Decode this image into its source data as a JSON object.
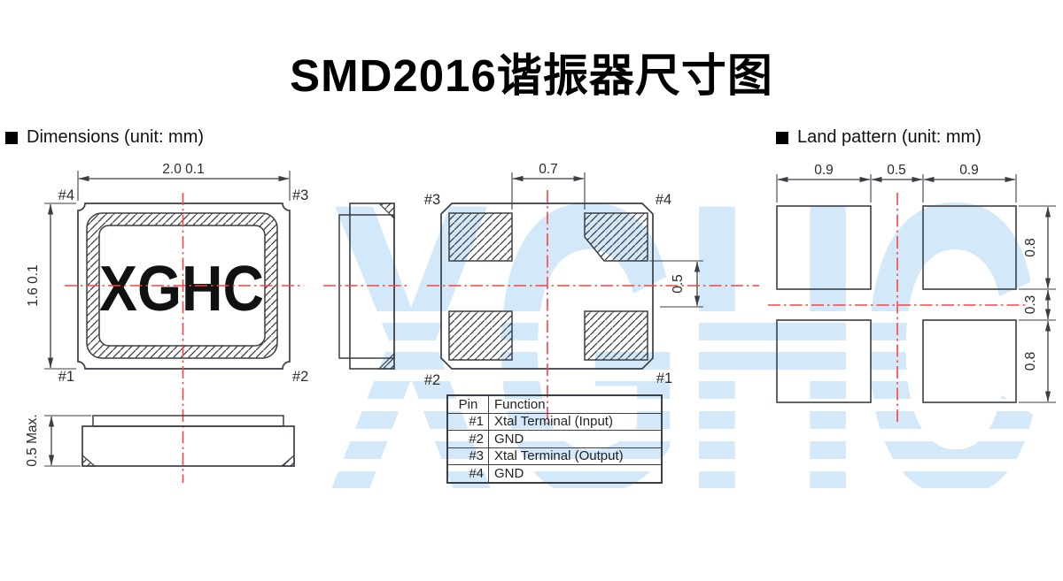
{
  "title": "SMD2016谐振器尺寸图",
  "watermark": "XGHC",
  "dimensions_section": {
    "header": "Dimensions (unit: mm)",
    "top_view": {
      "logo": "XGHC",
      "width_dim": "2.0 0.1",
      "height_dim": "1.6 0.1",
      "pin_top_left": "#4",
      "pin_top_right": "#3",
      "pin_bottom_left": "#1",
      "pin_bottom_right": "#2"
    },
    "side_view": {
      "height_dim": "0.5 Max."
    }
  },
  "bottom_view": {
    "pin_top_left": "#3",
    "pin_top_right": "#4",
    "pin_bottom_left": "#2",
    "pin_bottom_right": "#1",
    "pad_spacing_dim": "0.7",
    "pad_height_dim": "0.5"
  },
  "land_pattern_section": {
    "header": "Land pattern (unit: mm)",
    "pad_width_left_dim": "0.9",
    "pad_gap_dim": "0.5",
    "pad_width_right_dim": "0.9",
    "pad_height_top_dim": "0.8",
    "row_gap_dim": "0.3",
    "pad_height_bottom_dim": "0.8"
  },
  "pin_table": {
    "headers": [
      "Pin",
      "Function"
    ],
    "rows": [
      {
        "pin": "#1",
        "function": "Xtal Terminal (Input)"
      },
      {
        "pin": "#2",
        "function": "GND"
      },
      {
        "pin": "#3",
        "function": "Xtal Terminal (Output)"
      },
      {
        "pin": "#4",
        "function": "GND"
      }
    ]
  },
  "colors": {
    "ink": "#333333",
    "centerline_red": "#fa4343",
    "watermark_blue": "#d3e9fa"
  }
}
